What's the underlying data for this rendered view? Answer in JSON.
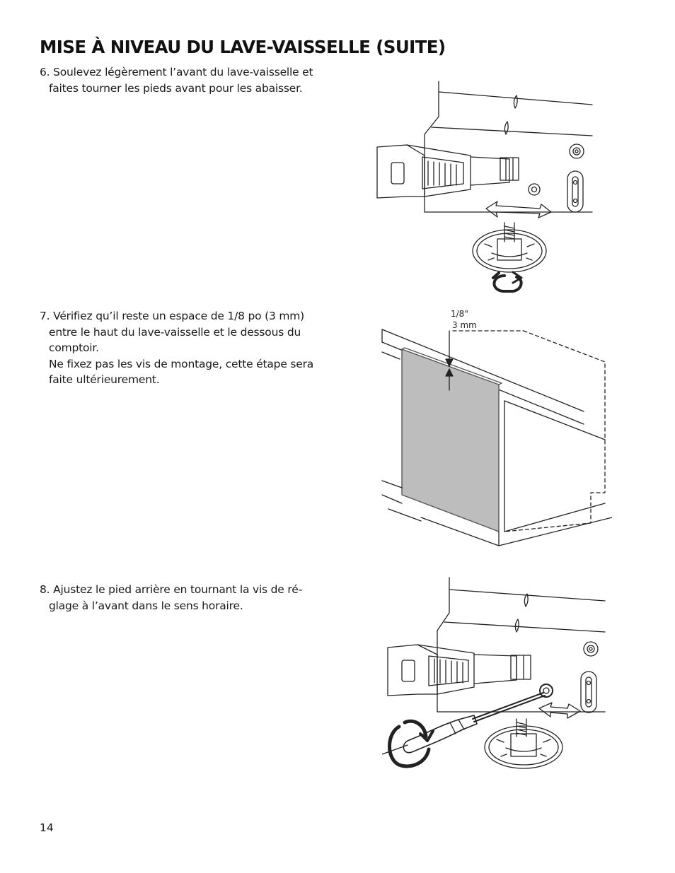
{
  "page": {
    "title": "MISE À NIVEAU DU LAVE-VAISSELLE (SUITE)",
    "page_number": "14"
  },
  "steps": [
    {
      "lines": [
        "6. Soulevez légèrement l’avant du lave-vaisselle et",
        "faites tourner les pieds avant pour les abaisser."
      ]
    },
    {
      "lines": [
        "7. Vérifiez qu’il reste un espace de 1/8 po (3 mm)",
        "entre le haut du lave-vaisselle et le dessous du",
        "comptoir.",
        "Ne fixez pas les vis de montage, cette étape sera",
        "faite ultérieurement."
      ]
    },
    {
      "lines": [
        "8. Ajustez le pied arrière en tournant la vis de ré-",
        "glage à l’avant dans le sens horaire."
      ]
    }
  ],
  "figures": {
    "gap": {
      "label_inch": "1/8\"",
      "label_mm": "3 mm"
    }
  },
  "colors": {
    "door_panel": "#bdbdbd",
    "line": "#222222"
  }
}
